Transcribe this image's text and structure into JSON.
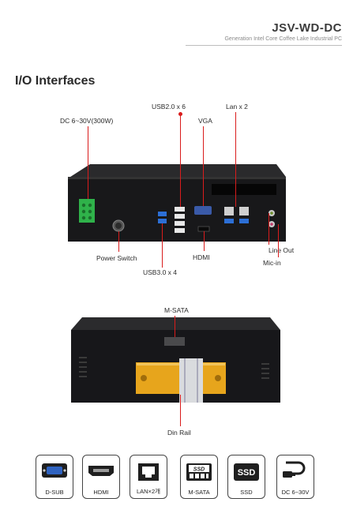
{
  "header": {
    "model": "JSV-WD-DC",
    "subtitle": "Generation Intel Core Coffee Lake Industrial PC"
  },
  "section_title": "I/O Interfaces",
  "rear_panel": {
    "callouts": {
      "dc": "DC 6~30V(300W)",
      "usb2": "USB2.0 x 6",
      "vga": "VGA",
      "lan": "Lan x 2",
      "power": "Power Switch",
      "usb3": "USB3.0 x 4",
      "hdmi": "HDMI",
      "lineout": "Line Out",
      "micin": "Mic-in"
    }
  },
  "bottom_view": {
    "callouts": {
      "msata": "M-SATA",
      "dinrail": "Din Rail"
    }
  },
  "port_icons": [
    {
      "label": "D-SUB",
      "icon": "vga-port-icon"
    },
    {
      "label": "HDMI",
      "icon": "hdmi-port-icon"
    },
    {
      "label": "LAN×2개",
      "icon": "lan-port-icon"
    },
    {
      "label": "M-SATA",
      "icon": "msata-card-icon"
    },
    {
      "label": "SSD",
      "icon": "ssd-icon"
    },
    {
      "label": "DC 6~30V",
      "icon": "dc-power-icon"
    }
  ],
  "colors": {
    "leader_red": "#d91c1c",
    "chassis": "#1d1d1f",
    "terminal_green": "#2fb24a",
    "usb3_blue": "#2c6fd6",
    "din_rail_yellow": "#e7a51c"
  }
}
